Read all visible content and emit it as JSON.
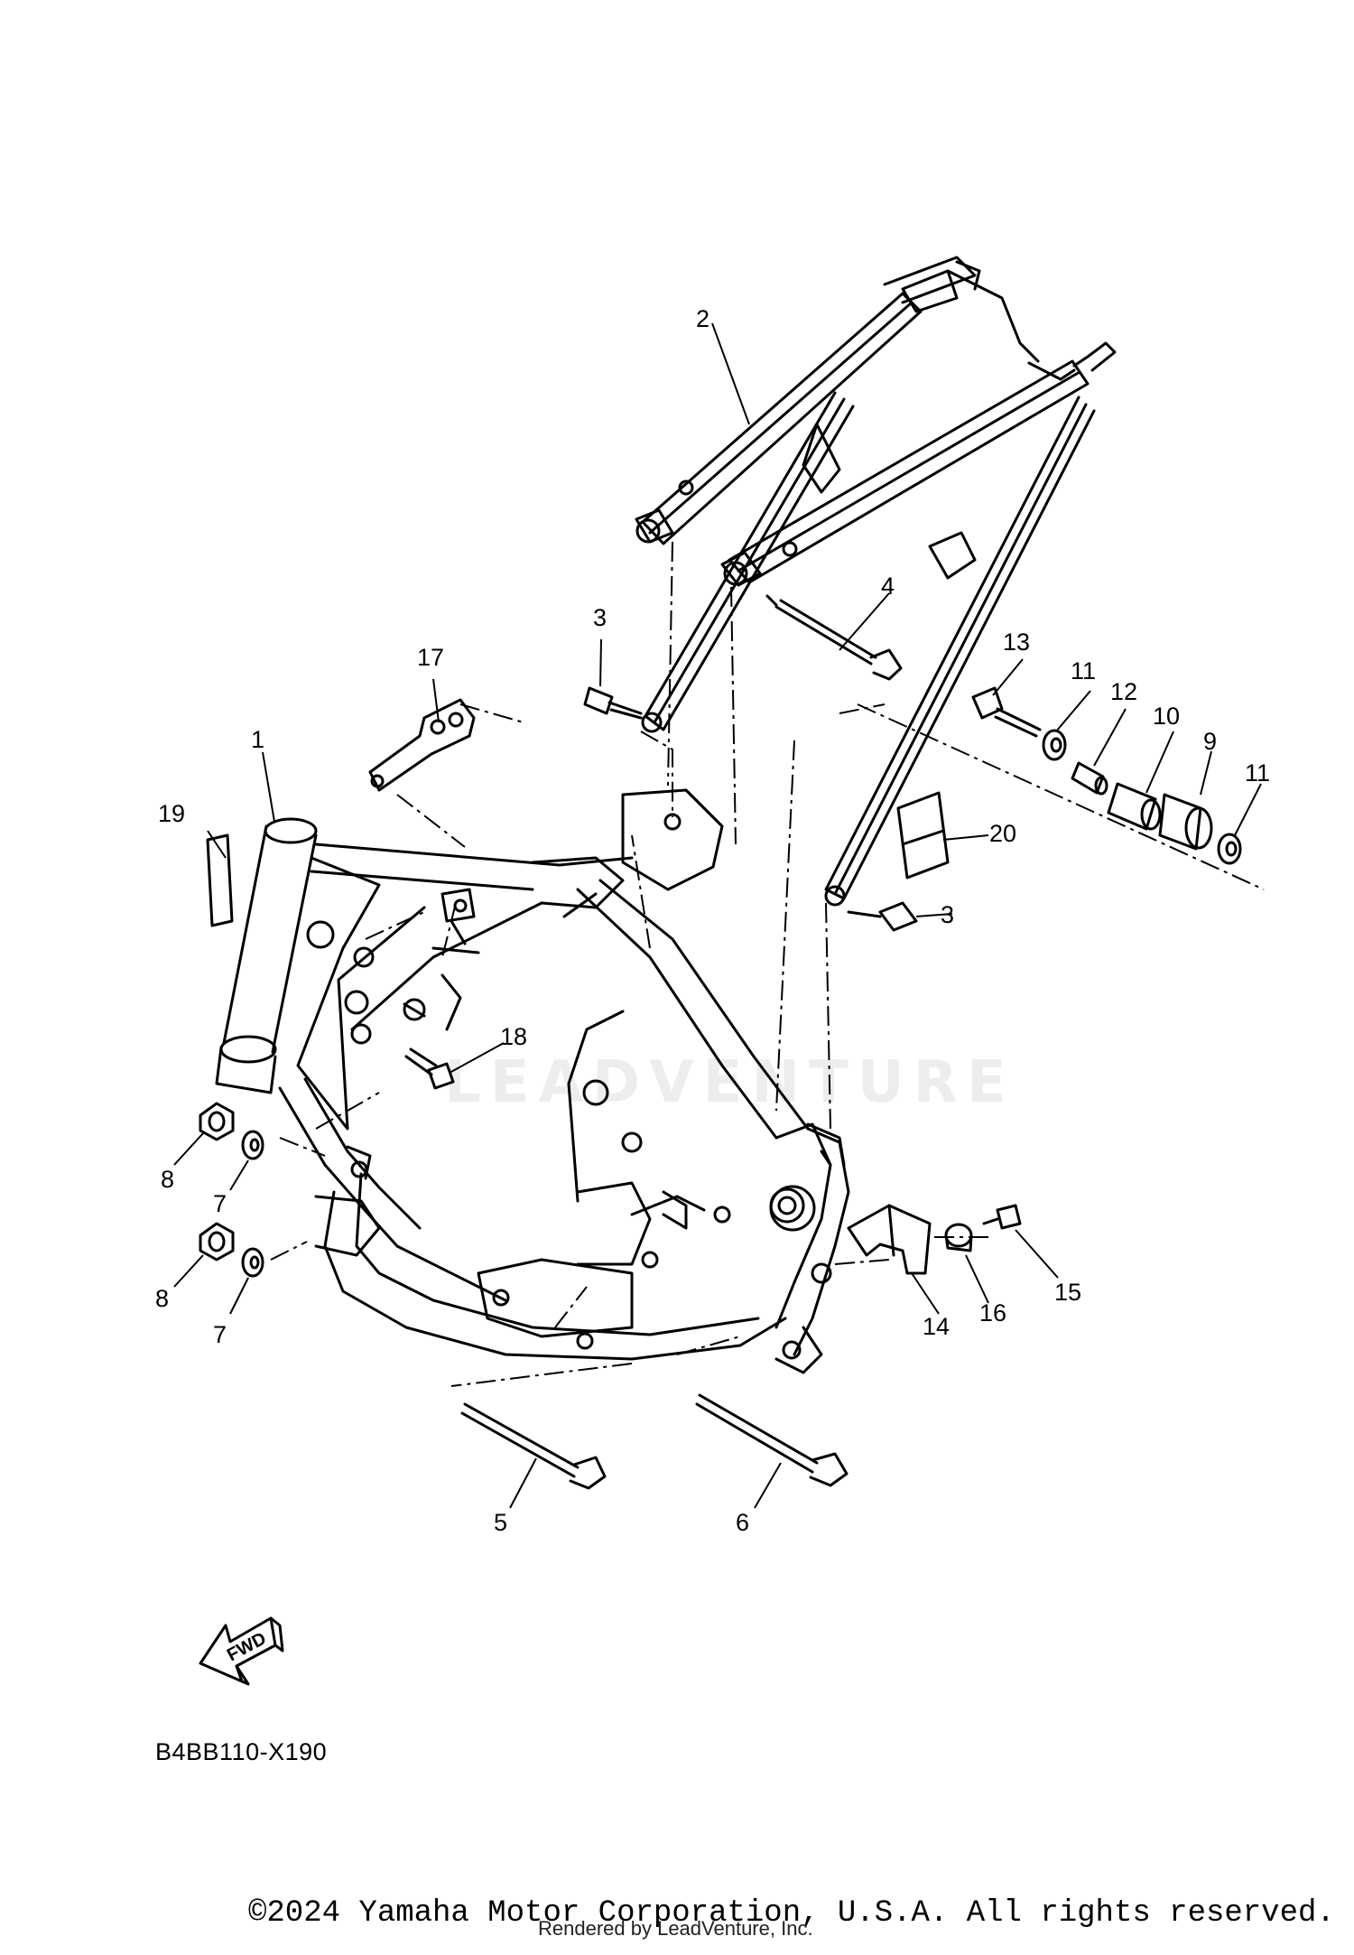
{
  "diagram": {
    "part_code": "B4BB110-X190",
    "fwd_label": "FWD",
    "watermark": "LEADVENTURE",
    "copyright": "©2024 Yamaha Motor Corporation, U.S.A. All rights reserved.",
    "rendered_by": "Rendered by LeadVenture, Inc."
  },
  "callouts": [
    "1",
    "2",
    "3",
    "3",
    "4",
    "5",
    "6",
    "7",
    "7",
    "8",
    "8",
    "9",
    "10",
    "11",
    "11",
    "12",
    "13",
    "14",
    "15",
    "16",
    "17",
    "18",
    "19",
    "20"
  ],
  "icons": {
    "fwd_arrow": "fwd-arrow-icon",
    "watermark_logo": "leadventure-logo-icon"
  },
  "colors": {
    "line": "#000000",
    "background": "#ffffff",
    "watermark": "#000000"
  }
}
